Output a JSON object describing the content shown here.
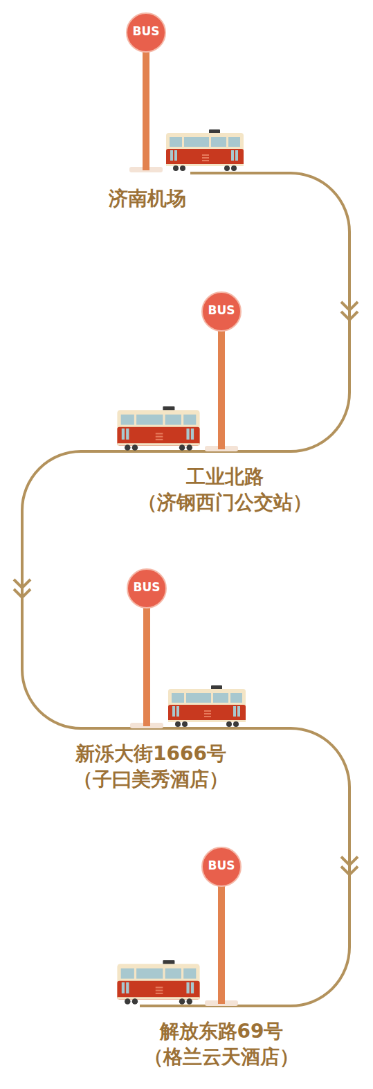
{
  "diagram": {
    "nodes": [
      {
        "text": [
          "济南机场"
        ]
      },
      {
        "text": [
          "工业北路",
          "（济钢西门公交站）"
        ]
      },
      {
        "text": [
          "新泺大街1666号",
          "（子曰美秀酒店）"
        ]
      },
      {
        "text": [
          "解放东路69号",
          "（格兰云天酒店）"
        ]
      }
    ],
    "edges": [
      {
        "from": 0,
        "to": 1,
        "arrow": "to"
      },
      {
        "from": 1,
        "to": 2,
        "arrow": "to"
      },
      {
        "from": 2,
        "to": 3,
        "arrow": "to"
      }
    ],
    "labels": [
      "BUS",
      "BUS",
      "BUS",
      "BUS"
    ]
  }
}
